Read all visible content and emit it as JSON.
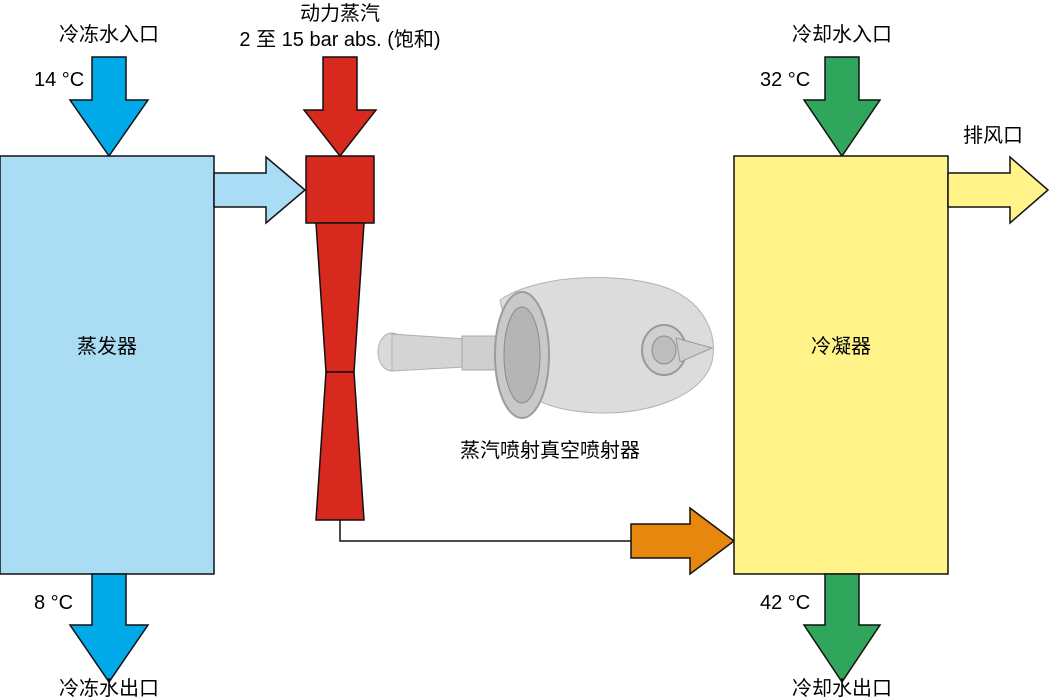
{
  "labels": {
    "chilled_water_inlet": "冷冻水入口",
    "chilled_water_outlet": "冷冻水出口",
    "chilled_in_temp": "14 °C",
    "chilled_out_temp": "8 °C",
    "motive_steam_line1": "动力蒸汽",
    "motive_steam_line2": "2 至 15 bar abs. (饱和)",
    "cooling_water_inlet": "冷却水入口",
    "cooling_water_outlet": "冷却水出口",
    "cooling_in_temp": "32 °C",
    "cooling_out_temp": "42 °C",
    "exhaust": "排风口",
    "evaporator": "蒸发器",
    "condenser": "冷凝器",
    "ejector_caption": "蒸汽喷射真空喷射器"
  },
  "colors": {
    "evaporator_fill": "#aadcf4",
    "condenser_fill": "#fff38a",
    "chilled_water_arrow": "#00a9e8",
    "vapor_arrow": "#a9dcf5",
    "steam_red": "#d8291e",
    "cooling_water_arrow": "#2fa65c",
    "exhaust_arrow": "#fff38a",
    "discharge_arrow": "#e8870e",
    "ejector_photo": "#d9d9d9"
  },
  "icons": {
    "ejector_photo": "steam-jet-ejector-photo"
  }
}
